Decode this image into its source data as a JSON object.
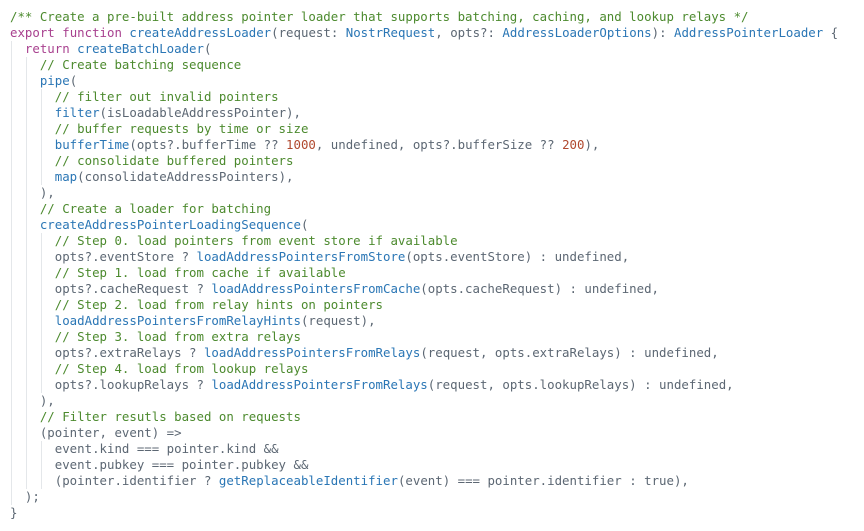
{
  "editor": {
    "theme": {
      "background": "#ffffff",
      "comment": "#4c8a2e",
      "keyword": "#a8418f",
      "function": "#2a76b5",
      "number": "#b0492f",
      "text": "#5c6773"
    },
    "lines": [
      {
        "indent": 0,
        "tokens": [
          {
            "t": "/** Create a pre-built address pointer loader that supports batching, caching, and lookup relays */",
            "k": "comment"
          }
        ]
      },
      {
        "indent": 0,
        "tokens": [
          {
            "t": "export",
            "k": "keyword"
          },
          {
            "t": " ",
            "k": "plain"
          },
          {
            "t": "function",
            "k": "keyword"
          },
          {
            "t": " ",
            "k": "plain"
          },
          {
            "t": "createAddressLoader",
            "k": "fn"
          },
          {
            "t": "(request: ",
            "k": "plain"
          },
          {
            "t": "NostrRequest",
            "k": "type"
          },
          {
            "t": ", opts?: ",
            "k": "plain"
          },
          {
            "t": "AddressLoaderOptions",
            "k": "type"
          },
          {
            "t": "): ",
            "k": "plain"
          },
          {
            "t": "AddressPointerLoader",
            "k": "type"
          },
          {
            "t": " {",
            "k": "plain"
          }
        ]
      },
      {
        "indent": 1,
        "tokens": [
          {
            "t": "return",
            "k": "keyword"
          },
          {
            "t": " ",
            "k": "plain"
          },
          {
            "t": "createBatchLoader",
            "k": "fn"
          },
          {
            "t": "(",
            "k": "plain"
          }
        ]
      },
      {
        "indent": 2,
        "tokens": [
          {
            "t": "// Create batching sequence",
            "k": "comment"
          }
        ]
      },
      {
        "indent": 2,
        "tokens": [
          {
            "t": "pipe",
            "k": "fn"
          },
          {
            "t": "(",
            "k": "plain"
          }
        ]
      },
      {
        "indent": 3,
        "tokens": [
          {
            "t": "// filter out invalid pointers",
            "k": "comment"
          }
        ]
      },
      {
        "indent": 3,
        "tokens": [
          {
            "t": "filter",
            "k": "fn"
          },
          {
            "t": "(isLoadableAddressPointer),",
            "k": "plain"
          }
        ]
      },
      {
        "indent": 3,
        "tokens": [
          {
            "t": "// buffer requests by time or size",
            "k": "comment"
          }
        ]
      },
      {
        "indent": 3,
        "tokens": [
          {
            "t": "bufferTime",
            "k": "fn"
          },
          {
            "t": "(opts?.bufferTime ?? ",
            "k": "plain"
          },
          {
            "t": "1000",
            "k": "num"
          },
          {
            "t": ", undefined, opts?.bufferSize ?? ",
            "k": "plain"
          },
          {
            "t": "200",
            "k": "num"
          },
          {
            "t": "),",
            "k": "plain"
          }
        ]
      },
      {
        "indent": 3,
        "tokens": [
          {
            "t": "// consolidate buffered pointers",
            "k": "comment"
          }
        ]
      },
      {
        "indent": 3,
        "tokens": [
          {
            "t": "map",
            "k": "fn"
          },
          {
            "t": "(consolidateAddressPointers),",
            "k": "plain"
          }
        ]
      },
      {
        "indent": 2,
        "tokens": [
          {
            "t": "),",
            "k": "plain"
          }
        ]
      },
      {
        "indent": 2,
        "tokens": [
          {
            "t": "// Create a loader for batching",
            "k": "comment"
          }
        ]
      },
      {
        "indent": 2,
        "tokens": [
          {
            "t": "createAddressPointerLoadingSequence",
            "k": "fn"
          },
          {
            "t": "(",
            "k": "plain"
          }
        ]
      },
      {
        "indent": 3,
        "tokens": [
          {
            "t": "// Step 0. load pointers from event store if available",
            "k": "comment"
          }
        ]
      },
      {
        "indent": 3,
        "tokens": [
          {
            "t": "opts?.eventStore ? ",
            "k": "plain"
          },
          {
            "t": "loadAddressPointersFromStore",
            "k": "fn"
          },
          {
            "t": "(opts.eventStore) : undefined,",
            "k": "plain"
          }
        ]
      },
      {
        "indent": 3,
        "tokens": [
          {
            "t": "// Step 1. load from cache if available",
            "k": "comment"
          }
        ]
      },
      {
        "indent": 3,
        "tokens": [
          {
            "t": "opts?.cacheRequest ? ",
            "k": "plain"
          },
          {
            "t": "loadAddressPointersFromCache",
            "k": "fn"
          },
          {
            "t": "(opts.cacheRequest) : undefined,",
            "k": "plain"
          }
        ]
      },
      {
        "indent": 3,
        "tokens": [
          {
            "t": "// Step 2. load from relay hints on pointers",
            "k": "comment"
          }
        ]
      },
      {
        "indent": 3,
        "tokens": [
          {
            "t": "loadAddressPointersFromRelayHints",
            "k": "fn"
          },
          {
            "t": "(request),",
            "k": "plain"
          }
        ]
      },
      {
        "indent": 3,
        "tokens": [
          {
            "t": "// Step 3. load from extra relays",
            "k": "comment"
          }
        ]
      },
      {
        "indent": 3,
        "tokens": [
          {
            "t": "opts?.extraRelays ? ",
            "k": "plain"
          },
          {
            "t": "loadAddressPointersFromRelays",
            "k": "fn"
          },
          {
            "t": "(request, opts.extraRelays) : undefined,",
            "k": "plain"
          }
        ]
      },
      {
        "indent": 3,
        "tokens": [
          {
            "t": "// Step 4. load from lookup relays",
            "k": "comment"
          }
        ]
      },
      {
        "indent": 3,
        "tokens": [
          {
            "t": "opts?.lookupRelays ? ",
            "k": "plain"
          },
          {
            "t": "loadAddressPointersFromRelays",
            "k": "fn"
          },
          {
            "t": "(request, opts.lookupRelays) : undefined,",
            "k": "plain"
          }
        ]
      },
      {
        "indent": 2,
        "tokens": [
          {
            "t": "),",
            "k": "plain"
          }
        ]
      },
      {
        "indent": 2,
        "tokens": [
          {
            "t": "// Filter resutls based on requests",
            "k": "comment"
          }
        ]
      },
      {
        "indent": 2,
        "tokens": [
          {
            "t": "(pointer, event) =>",
            "k": "plain"
          }
        ]
      },
      {
        "indent": 3,
        "tokens": [
          {
            "t": "event.kind === pointer.kind &&",
            "k": "plain"
          }
        ]
      },
      {
        "indent": 3,
        "tokens": [
          {
            "t": "event.pubkey === pointer.pubkey &&",
            "k": "plain"
          }
        ]
      },
      {
        "indent": 3,
        "tokens": [
          {
            "t": "(pointer.identifier ? ",
            "k": "plain"
          },
          {
            "t": "getReplaceableIdentifier",
            "k": "fn"
          },
          {
            "t": "(event) === pointer.identifier : true),",
            "k": "plain"
          }
        ]
      },
      {
        "indent": 1,
        "tokens": [
          {
            "t": ");",
            "k": "plain"
          }
        ]
      },
      {
        "indent": 0,
        "tokens": [
          {
            "t": "}",
            "k": "plain"
          }
        ]
      }
    ]
  }
}
